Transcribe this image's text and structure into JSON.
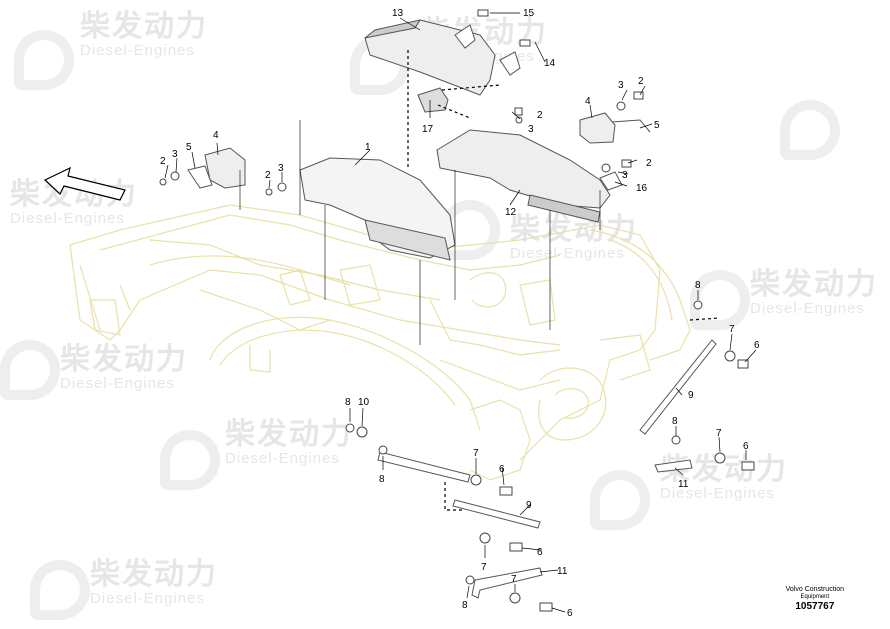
{
  "watermark": {
    "brand": "柴发动力",
    "subtitle": "Diesel-Engines"
  },
  "footer": {
    "maker": "Volvo Construction",
    "maker_sub": "Equipment",
    "drawing_number": "1057767"
  },
  "callouts": [
    {
      "id": "c13",
      "label": "13"
    },
    {
      "id": "c15",
      "label": "15"
    },
    {
      "id": "c14",
      "label": "14"
    },
    {
      "id": "c3a",
      "label": "3"
    },
    {
      "id": "c2a",
      "label": "2"
    },
    {
      "id": "c4a",
      "label": "4"
    },
    {
      "id": "c5a",
      "label": "5"
    },
    {
      "id": "c2b",
      "label": "2"
    },
    {
      "id": "c3b",
      "label": "3"
    },
    {
      "id": "c17",
      "label": "17"
    },
    {
      "id": "c4b",
      "label": "4"
    },
    {
      "id": "c5b",
      "label": "5"
    },
    {
      "id": "c2c",
      "label": "2"
    },
    {
      "id": "c3c",
      "label": "3"
    },
    {
      "id": "c2d",
      "label": "2"
    },
    {
      "id": "c3d",
      "label": "3"
    },
    {
      "id": "c1",
      "label": "1"
    },
    {
      "id": "c2e",
      "label": "2"
    },
    {
      "id": "c3e",
      "label": "3"
    },
    {
      "id": "c16",
      "label": "16"
    },
    {
      "id": "c12",
      "label": "12"
    },
    {
      "id": "c8a",
      "label": "8"
    },
    {
      "id": "c7a",
      "label": "7"
    },
    {
      "id": "c6a",
      "label": "6"
    },
    {
      "id": "c9a",
      "label": "9"
    },
    {
      "id": "c8b",
      "label": "8"
    },
    {
      "id": "c10",
      "label": "10"
    },
    {
      "id": "c7b",
      "label": "7"
    },
    {
      "id": "c6b",
      "label": "6"
    },
    {
      "id": "c8c",
      "label": "8"
    },
    {
      "id": "c9b",
      "label": "9"
    },
    {
      "id": "c7c",
      "label": "7"
    },
    {
      "id": "c6c",
      "label": "6"
    },
    {
      "id": "c11a",
      "label": "11"
    },
    {
      "id": "c8d",
      "label": "8"
    },
    {
      "id": "c7d",
      "label": "7"
    },
    {
      "id": "c6d",
      "label": "6"
    },
    {
      "id": "c11b",
      "label": "11"
    },
    {
      "id": "c7e",
      "label": "7"
    },
    {
      "id": "c6e",
      "label": "6"
    },
    {
      "id": "c8e",
      "label": "8"
    }
  ]
}
